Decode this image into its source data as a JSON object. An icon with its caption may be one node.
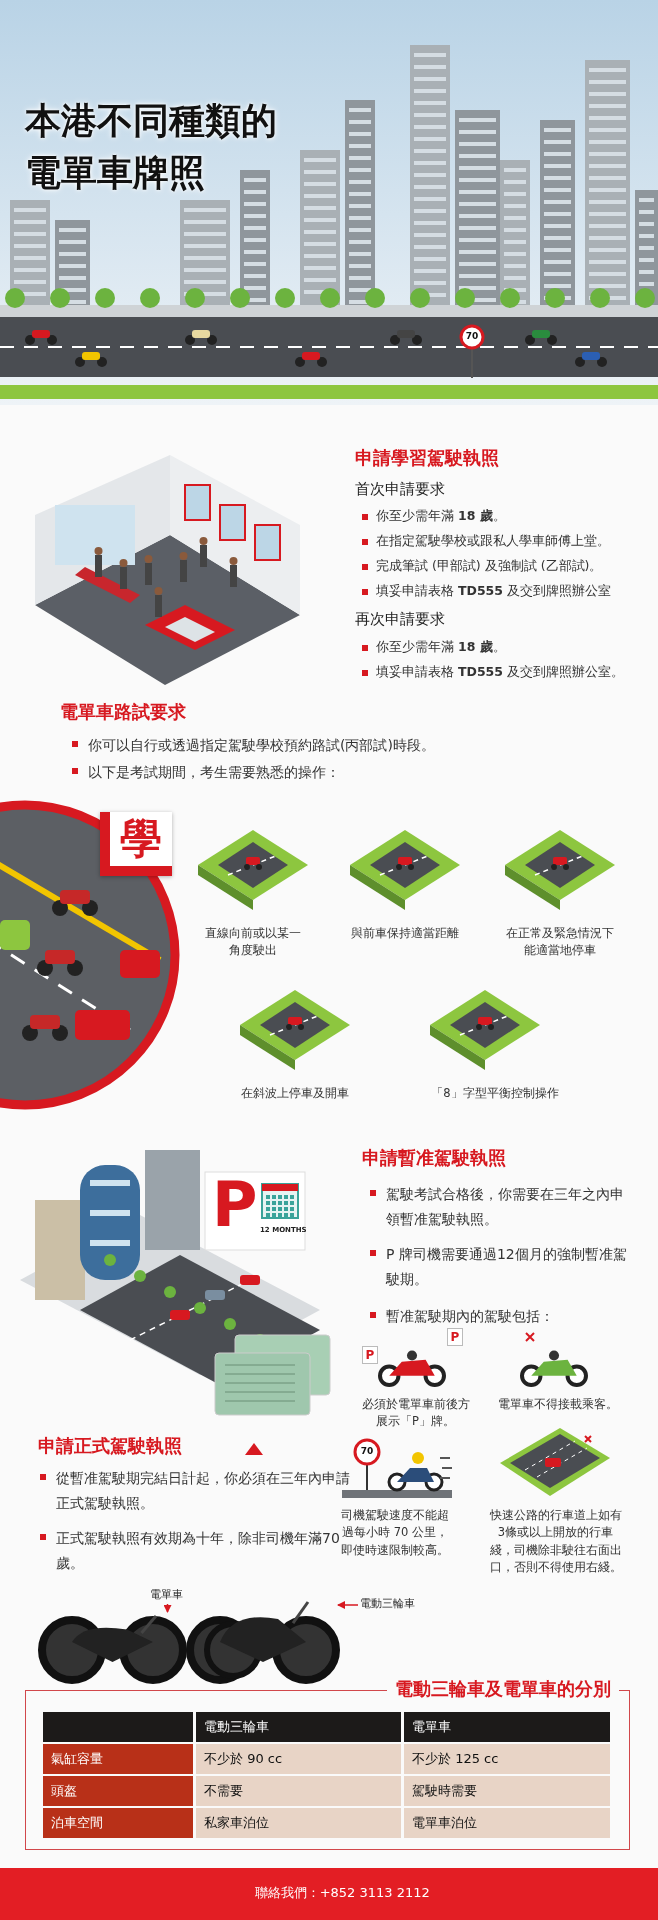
{
  "diagram": {
    "title": "本港不同種類的電單車牌照",
    "nodes": [
      {
        "text": [
          "電單車"
        ]
      },
      {
        "text": [],
        "shape": "picture"
      },
      {
        "text": [
          "電動三輪車"
        ]
      },
      {
        "text": [],
        "shape": "picture"
      },
      {
        "text": [
          "電動三輪車及電單車的分別"
        ]
      }
    ],
    "edges": [
      {
        "from": 0,
        "to": 1,
        "arrow": "to"
      },
      {
        "from": 2,
        "to": 3,
        "arrow": "to"
      }
    ],
    "labels": [
      "70",
      "申請學習駕駛執照",
      "首次申請要求",
      "你至少需年滿 **18 歲**。",
      "在指定駕駛學校或跟私人學車師傅上堂。",
      "完成筆試 (甲部試) 及強制試 (乙部試)。",
      "填妥申請表格 **TD555** 及交到牌照辦公室",
      "再次申請要求",
      "你至少需年滿 **18 歲**。",
      "填妥申請表格 **TD555** 及交到牌照辦公室。",
      "電單車路試要求",
      "你可以自行或透過指定駕駛學校預約路試(丙部試)時段。",
      "以下是考試期間，考生需要熟悉的操作：",
      "學",
      "直線向前或以某一角度駛出",
      "與前車保持適當距離",
      "在正常及緊急情況下能適當地停車",
      "在斜波上停車及開車",
      "「8」字型平衡控制操作",
      "申請暫准駕駛執照",
      "P",
      "12 MONTHS",
      "駕駛考試合格後，你需要在三年之內申領暫准駕駛執照。",
      "P 牌司機需要通過12個月的強制暫准駕駛期。",
      "暫准駕駛期內的駕駛包括：",
      "P",
      "P",
      "必須於電單車前後方展示「P」牌。",
      "電單車不得接載乘客。",
      "70",
      "司機駕駛速度不能超過每小時 70 公里，即使時速限制較高。",
      "快速公路的行車道上如有3條或以上開放的行車綫，司機除非駛往右面出口，否則不得使用右綫。",
      "申請正式駕駛執照",
      "從暫准駕駛期完結日計起，你必須在三年內申請正式駕駛執照。",
      "正式駕駛執照有效期為十年，除非司機年滿70歲。",
      "電動三輪車",
      "電單車",
      "氣缸容量",
      "不少於 90 cc",
      "不少於 125 cc",
      "頭盔",
      "不需要",
      "駕駛時需要",
      "泊車空間",
      "私家車泊位",
      "電單車泊位",
      "聯絡我們 : +852 3113 2112"
    ]
  }
}
